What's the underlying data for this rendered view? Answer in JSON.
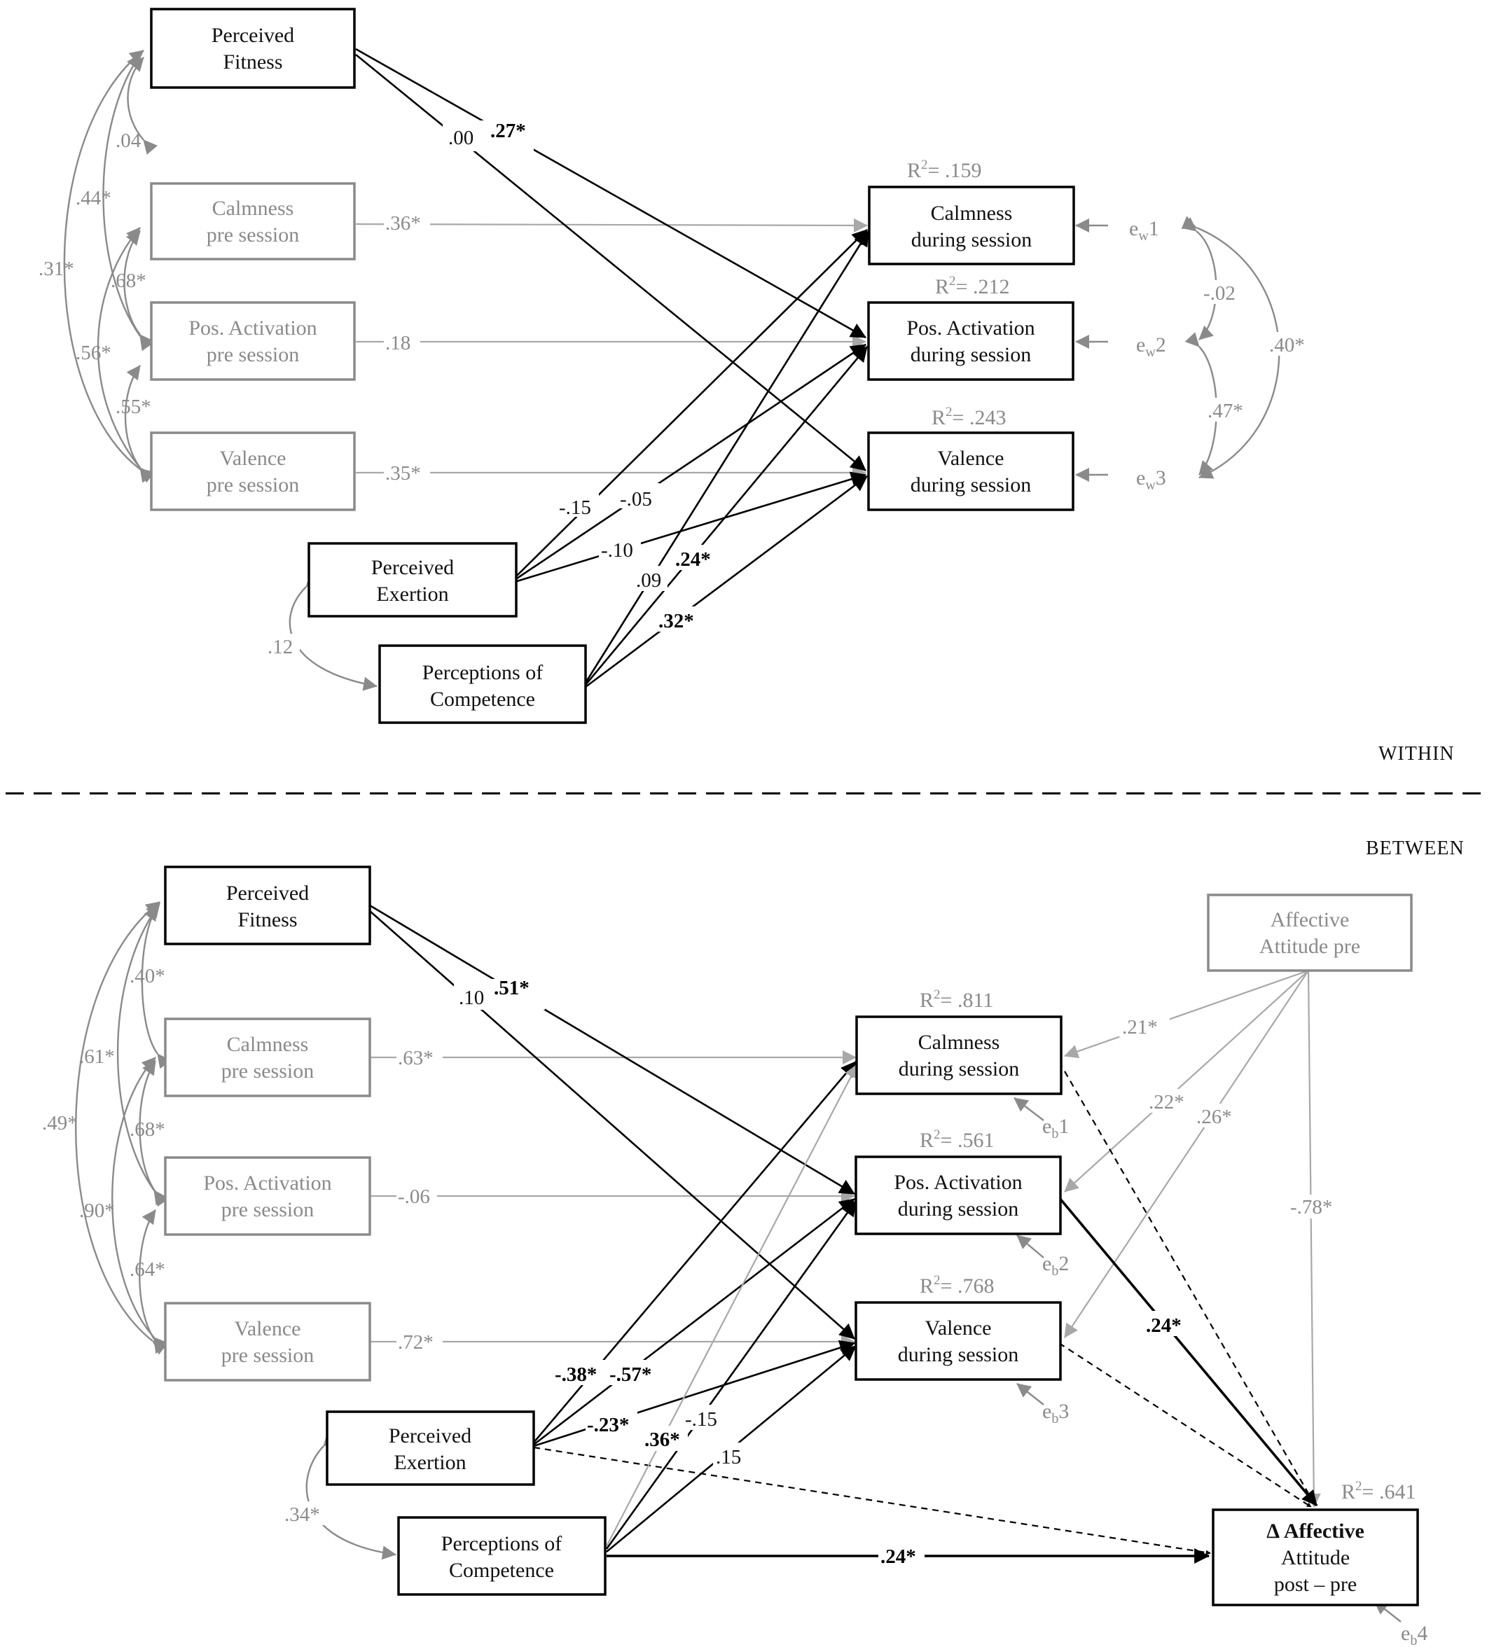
{
  "sections": {
    "within": "WITHIN",
    "between": "BETWEEN"
  },
  "colors": {
    "predictor_box": "#000000",
    "control_box": "#8a8a8a",
    "background": "#ffffff"
  },
  "within": {
    "boxes": {
      "fitness": [
        "Perceived",
        "Fitness"
      ],
      "calm_pre": [
        "Calmness",
        "pre session"
      ],
      "posact_pre": [
        "Pos. Activation",
        "pre session"
      ],
      "val_pre": [
        "Valence",
        "pre session"
      ],
      "exertion": [
        "Perceived",
        "Exertion"
      ],
      "competence": [
        "Perceptions of",
        "Competence"
      ],
      "calm_dur": [
        "Calmness",
        "during session"
      ],
      "posact_dur": [
        "Pos. Activation",
        "during session"
      ],
      "val_dur": [
        "Valence",
        "during session"
      ]
    },
    "r2": {
      "calm_dur": ".159",
      "posact_dur": ".212",
      "val_dur": ".243"
    },
    "r2_prefix": "R",
    "r2_sup": "2",
    "r2_suffix": "= ",
    "errors": {
      "e1": {
        "base": "e",
        "sub": "w",
        "num": "1"
      },
      "e2": {
        "base": "e",
        "sub": "w",
        "num": "2"
      },
      "e3": {
        "base": "e",
        "sub": "w",
        "num": "3"
      }
    },
    "labels": {
      "fit_calm": ".00",
      "fit_posact": ".27*",
      "calm_path": ".36*",
      "posact_path": ".18",
      "val_path": ".35*",
      "ex_calm": "-.15",
      "ex_posact": "-.05",
      "ex_val": "-.10",
      "comp_calm": ".09",
      "comp_posact": ".24*",
      "comp_val": ".32*",
      "cov_fit_calm": ".04",
      "cov_fit_posact": ".44*",
      "cov_fit_val": ".31*",
      "cov_calm_posact": ".68*",
      "cov_calm_val": ".56*",
      "cov_posact_val": ".55*",
      "cov_ex_comp": ".12",
      "cov_e1_e2": "-.02",
      "cov_e2_e3": ".47*",
      "cov_e1_e3": ".40*"
    }
  },
  "between": {
    "boxes": {
      "fitness": [
        "Perceived",
        "Fitness"
      ],
      "calm_pre": [
        "Calmness",
        "pre session"
      ],
      "posact_pre": [
        "Pos. Activation",
        "pre session"
      ],
      "val_pre": [
        "Valence",
        "pre session"
      ],
      "exertion": [
        "Perceived",
        "Exertion"
      ],
      "competence": [
        "Perceptions of",
        "Competence"
      ],
      "calm_dur": [
        "Calmness",
        "during session"
      ],
      "posact_dur": [
        "Pos. Activation",
        "during session"
      ],
      "val_dur": [
        "Valence",
        "during session"
      ],
      "aff_pre": [
        "Affective",
        "Attitude pre"
      ],
      "delta": [
        "Δ  Affective",
        "Attitude",
        "post – pre"
      ]
    },
    "r2": {
      "calm_dur": ".811",
      "posact_dur": ".561",
      "val_dur": ".768",
      "delta": ".641"
    },
    "errors": {
      "e1": {
        "base": "e",
        "sub": "b",
        "num": "1"
      },
      "e2": {
        "base": "e",
        "sub": "b",
        "num": "2"
      },
      "e3": {
        "base": "e",
        "sub": "b",
        "num": "3"
      },
      "e4": {
        "base": "e",
        "sub": "b",
        "num": "4"
      }
    },
    "labels": {
      "fit_calm": ".10",
      "fit_posact": ".51*",
      "calm_path": ".63*",
      "posact_path": "-.06",
      "val_path": ".72*",
      "ex_calm": "-.38*",
      "ex_posact": "-.57*",
      "ex_val": "-.23*",
      "comp_calm": ".36*",
      "comp_posact": "-.15",
      "comp_val": ".15",
      "comp_delta": ".24*",
      "posact_delta": ".24*",
      "aff_calm": ".21*",
      "aff_posact": ".22*",
      "aff_val": ".26*",
      "aff_delta": "-.78*",
      "cov_fit_calm": ".40*",
      "cov_fit_posact": ".61*",
      "cov_fit_val": ".49*",
      "cov_calm_posact": ".68*",
      "cov_calm_val": ".90*",
      "cov_posact_val": ".64*",
      "cov_ex_comp": ".34*"
    }
  }
}
